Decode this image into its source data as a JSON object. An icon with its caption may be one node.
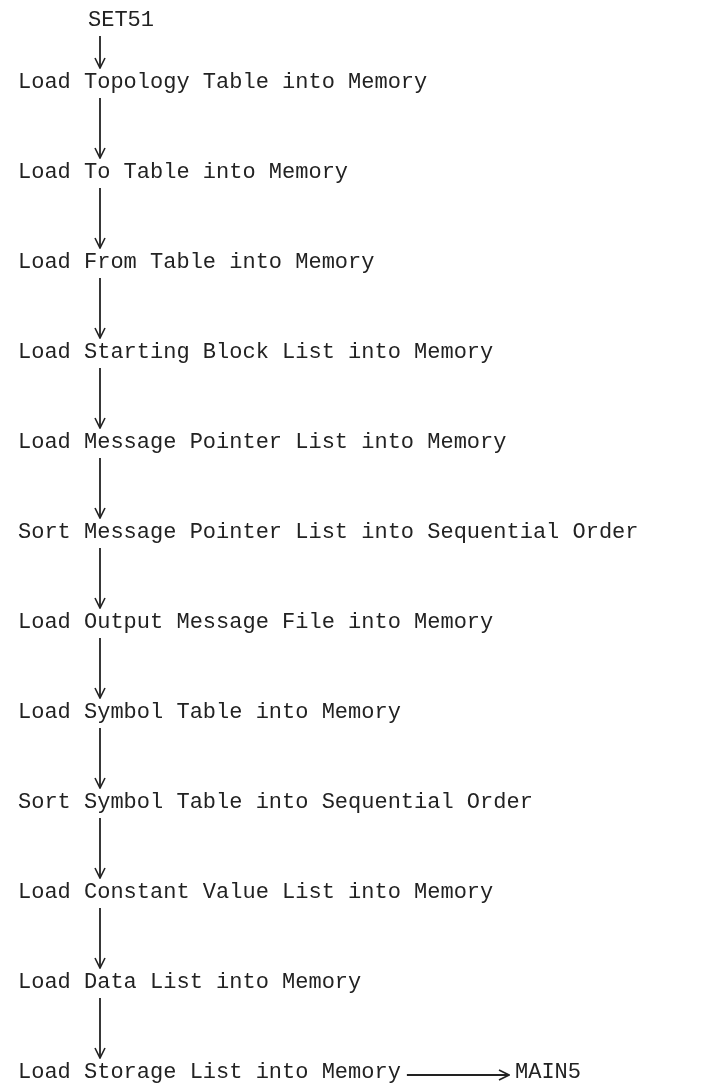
{
  "diagram": {
    "nodes": [
      {
        "text": [
          "SET51"
        ]
      },
      {
        "text": [
          "Load Topology Table into Memory"
        ]
      },
      {
        "text": [
          "Load To Table into Memory"
        ]
      },
      {
        "text": [
          "Load From Table into Memory"
        ]
      },
      {
        "text": [
          "Load Starting Block List into Memory"
        ]
      },
      {
        "text": [
          "Load Message Pointer List into Memory"
        ]
      },
      {
        "text": [
          "Sort Message Pointer List into Sequential Order"
        ]
      },
      {
        "text": [
          "Load Output Message File into Memory"
        ]
      },
      {
        "text": [
          "Load Symbol Table into Memory"
        ]
      },
      {
        "text": [
          "Sort Symbol Table into Sequential Order"
        ]
      },
      {
        "text": [
          "Load Constant Value List into Memory"
        ]
      },
      {
        "text": [
          "Load Data List into Memory"
        ]
      },
      {
        "text": [
          "Load Storage List into Memory"
        ]
      },
      {
        "text": [
          "MAIN5"
        ]
      }
    ],
    "edges": [
      {
        "from": 0,
        "to": 1,
        "arrow": "to"
      },
      {
        "from": 1,
        "to": 2,
        "arrow": "to"
      },
      {
        "from": 2,
        "to": 3,
        "arrow": "to"
      },
      {
        "from": 3,
        "to": 4,
        "arrow": "to"
      },
      {
        "from": 4,
        "to": 5,
        "arrow": "to"
      },
      {
        "from": 5,
        "to": 6,
        "arrow": "to"
      },
      {
        "from": 6,
        "to": 7,
        "arrow": "to"
      },
      {
        "from": 7,
        "to": 8,
        "arrow": "to"
      },
      {
        "from": 8,
        "to": 9,
        "arrow": "to"
      },
      {
        "from": 9,
        "to": 10,
        "arrow": "to"
      },
      {
        "from": 10,
        "to": 11,
        "arrow": "to"
      },
      {
        "from": 11,
        "to": 12,
        "arrow": "to"
      },
      {
        "from": 12,
        "to": 13,
        "arrow": "to"
      }
    ]
  }
}
